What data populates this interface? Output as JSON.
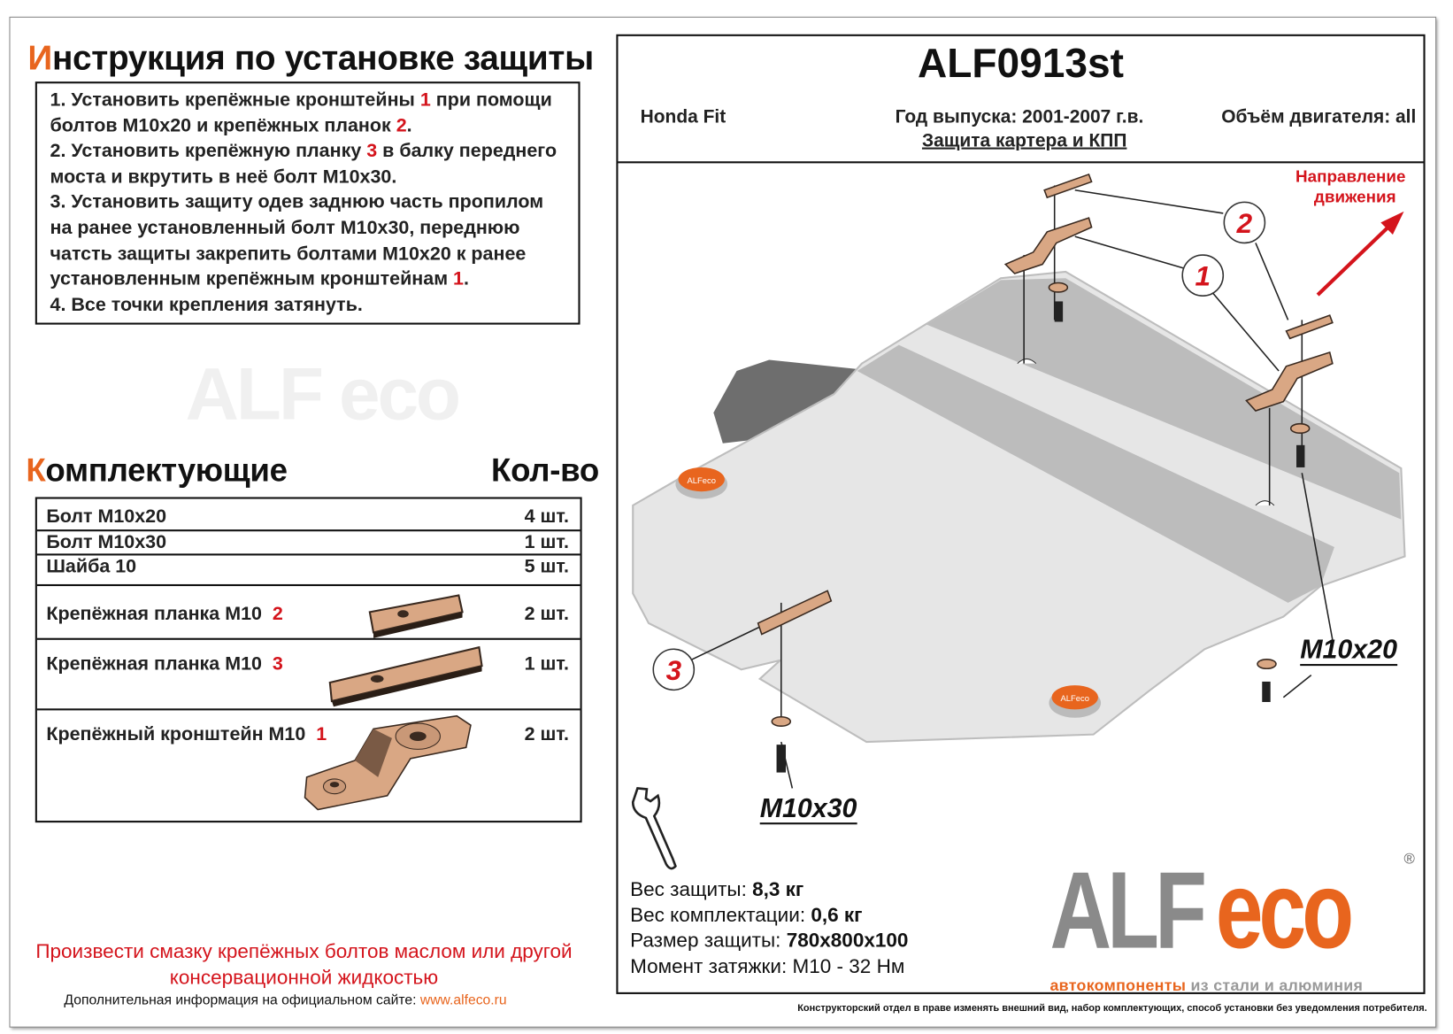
{
  "instructions": {
    "title_first": "И",
    "title_rest": "нструкция по установке защиты",
    "steps": [
      {
        "a": "1.  Установить крепёжные кронштейны ",
        "n1": "1",
        "b": " при помощи болтов М10х20 и крепёжных планок ",
        "n2": "2",
        "c": "."
      },
      {
        "a": "2.  Установить крепёжную планку ",
        "n1": "3",
        "b": " в балку переднего моста и вкрутить в неё болт М10х30."
      },
      {
        "a": "3.  Установить защиту одев заднюю часть пропилом на ранее установленный болт М10х30, переднюю чатсть защиты закрепить болтами М10х20 к ранее установленным крепёжным кронштейнам ",
        "n1": "1",
        "b": "."
      },
      {
        "a": "4.  Все точки крепления затянуть."
      }
    ]
  },
  "parts": {
    "title_first": "К",
    "title_rest": "омплектующие",
    "qty_header": "Кол-во",
    "rows": [
      {
        "name": "Болт М10х20",
        "num": "",
        "qty": "4 шт."
      },
      {
        "name": "Болт М10х30",
        "num": "",
        "qty": "1 шт."
      },
      {
        "name": "Шайба 10",
        "num": "",
        "qty": "5 шт."
      },
      {
        "name": "Крепёжная планка М10",
        "num": "2",
        "qty": "2 шт."
      },
      {
        "name": "Крепёжная планка М10",
        "num": "3",
        "qty": "1 шт."
      },
      {
        "name": "Крепёжный кронштейн М10",
        "num": "1",
        "qty": "2 шт."
      }
    ]
  },
  "notes": {
    "lubricate_line1": "Произвести смазку крепёжных болтов маслом или другой",
    "lubricate_line2": "консервационной жидкостью",
    "site_label": "Дополнительная информация на официальном сайте: ",
    "site_link": "www.alfeco.ru",
    "disclaimer": "Конструкторский отдел в праве изменять внешний вид, набор комплектующих, способ установки без уведомления потребителя."
  },
  "product": {
    "code": "ALF0913st",
    "car": "Honda Fit",
    "year": "Год выпуска: 2001-2007 г.в.",
    "engine": "Объём двигателя: all",
    "type": "Защита картера и КПП"
  },
  "diagram": {
    "callouts": [
      "1",
      "2",
      "3"
    ],
    "bolt_m10x20": "M10x20",
    "bolt_m10x30": "M10x30",
    "direction_line1": "Направление",
    "direction_line2": "движения",
    "sticker_text": "ALFeco"
  },
  "specs": {
    "weight_label": "Вес защиты: ",
    "weight": "8,3 кг",
    "kit_label": "Вес комплектации: ",
    "kit": "0,6 кг",
    "size_label": "Размер защиты: ",
    "size": "780x800x100",
    "torque_label": "Момент затяжки:  ",
    "torque": "М10 - 32 Нм"
  },
  "brand": {
    "logo_alf": "ALF",
    "logo_eco": "eco",
    "registered": "®",
    "tagline_a": "автокомпоненты",
    "tagline_b": " из стали и алюминия",
    "colors": {
      "orange": "#e8651e",
      "gray": "#8a8a8a",
      "red": "#d4141c",
      "bronze": "#d9a784"
    }
  },
  "watermark": "ALF eco"
}
